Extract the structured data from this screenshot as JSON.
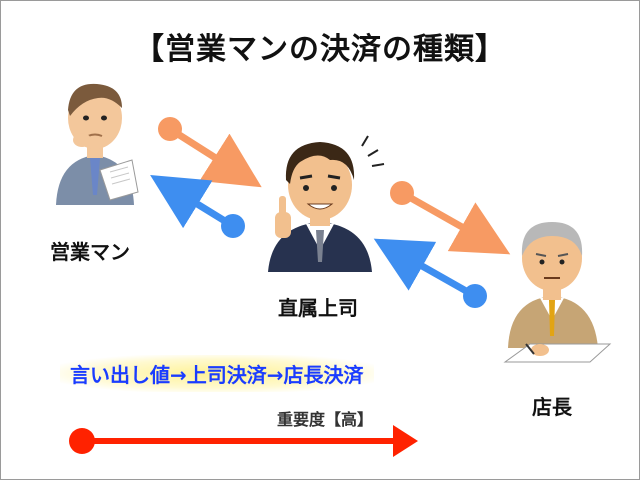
{
  "title": "【営業マンの決済の種類】",
  "nodes": {
    "salesman": "営業マン",
    "supervisor": "直属上司",
    "store_manager": "店長"
  },
  "flow_text": "言い出し値→上司決済→店長決済",
  "importance_label": "重要度【高】",
  "colors": {
    "orange_arrow": "#f79a63",
    "blue_arrow": "#3e8ef0",
    "red_arrow": "#ff2200",
    "flow_text": "#1a3cff",
    "flow_glow": "#fff08a"
  }
}
